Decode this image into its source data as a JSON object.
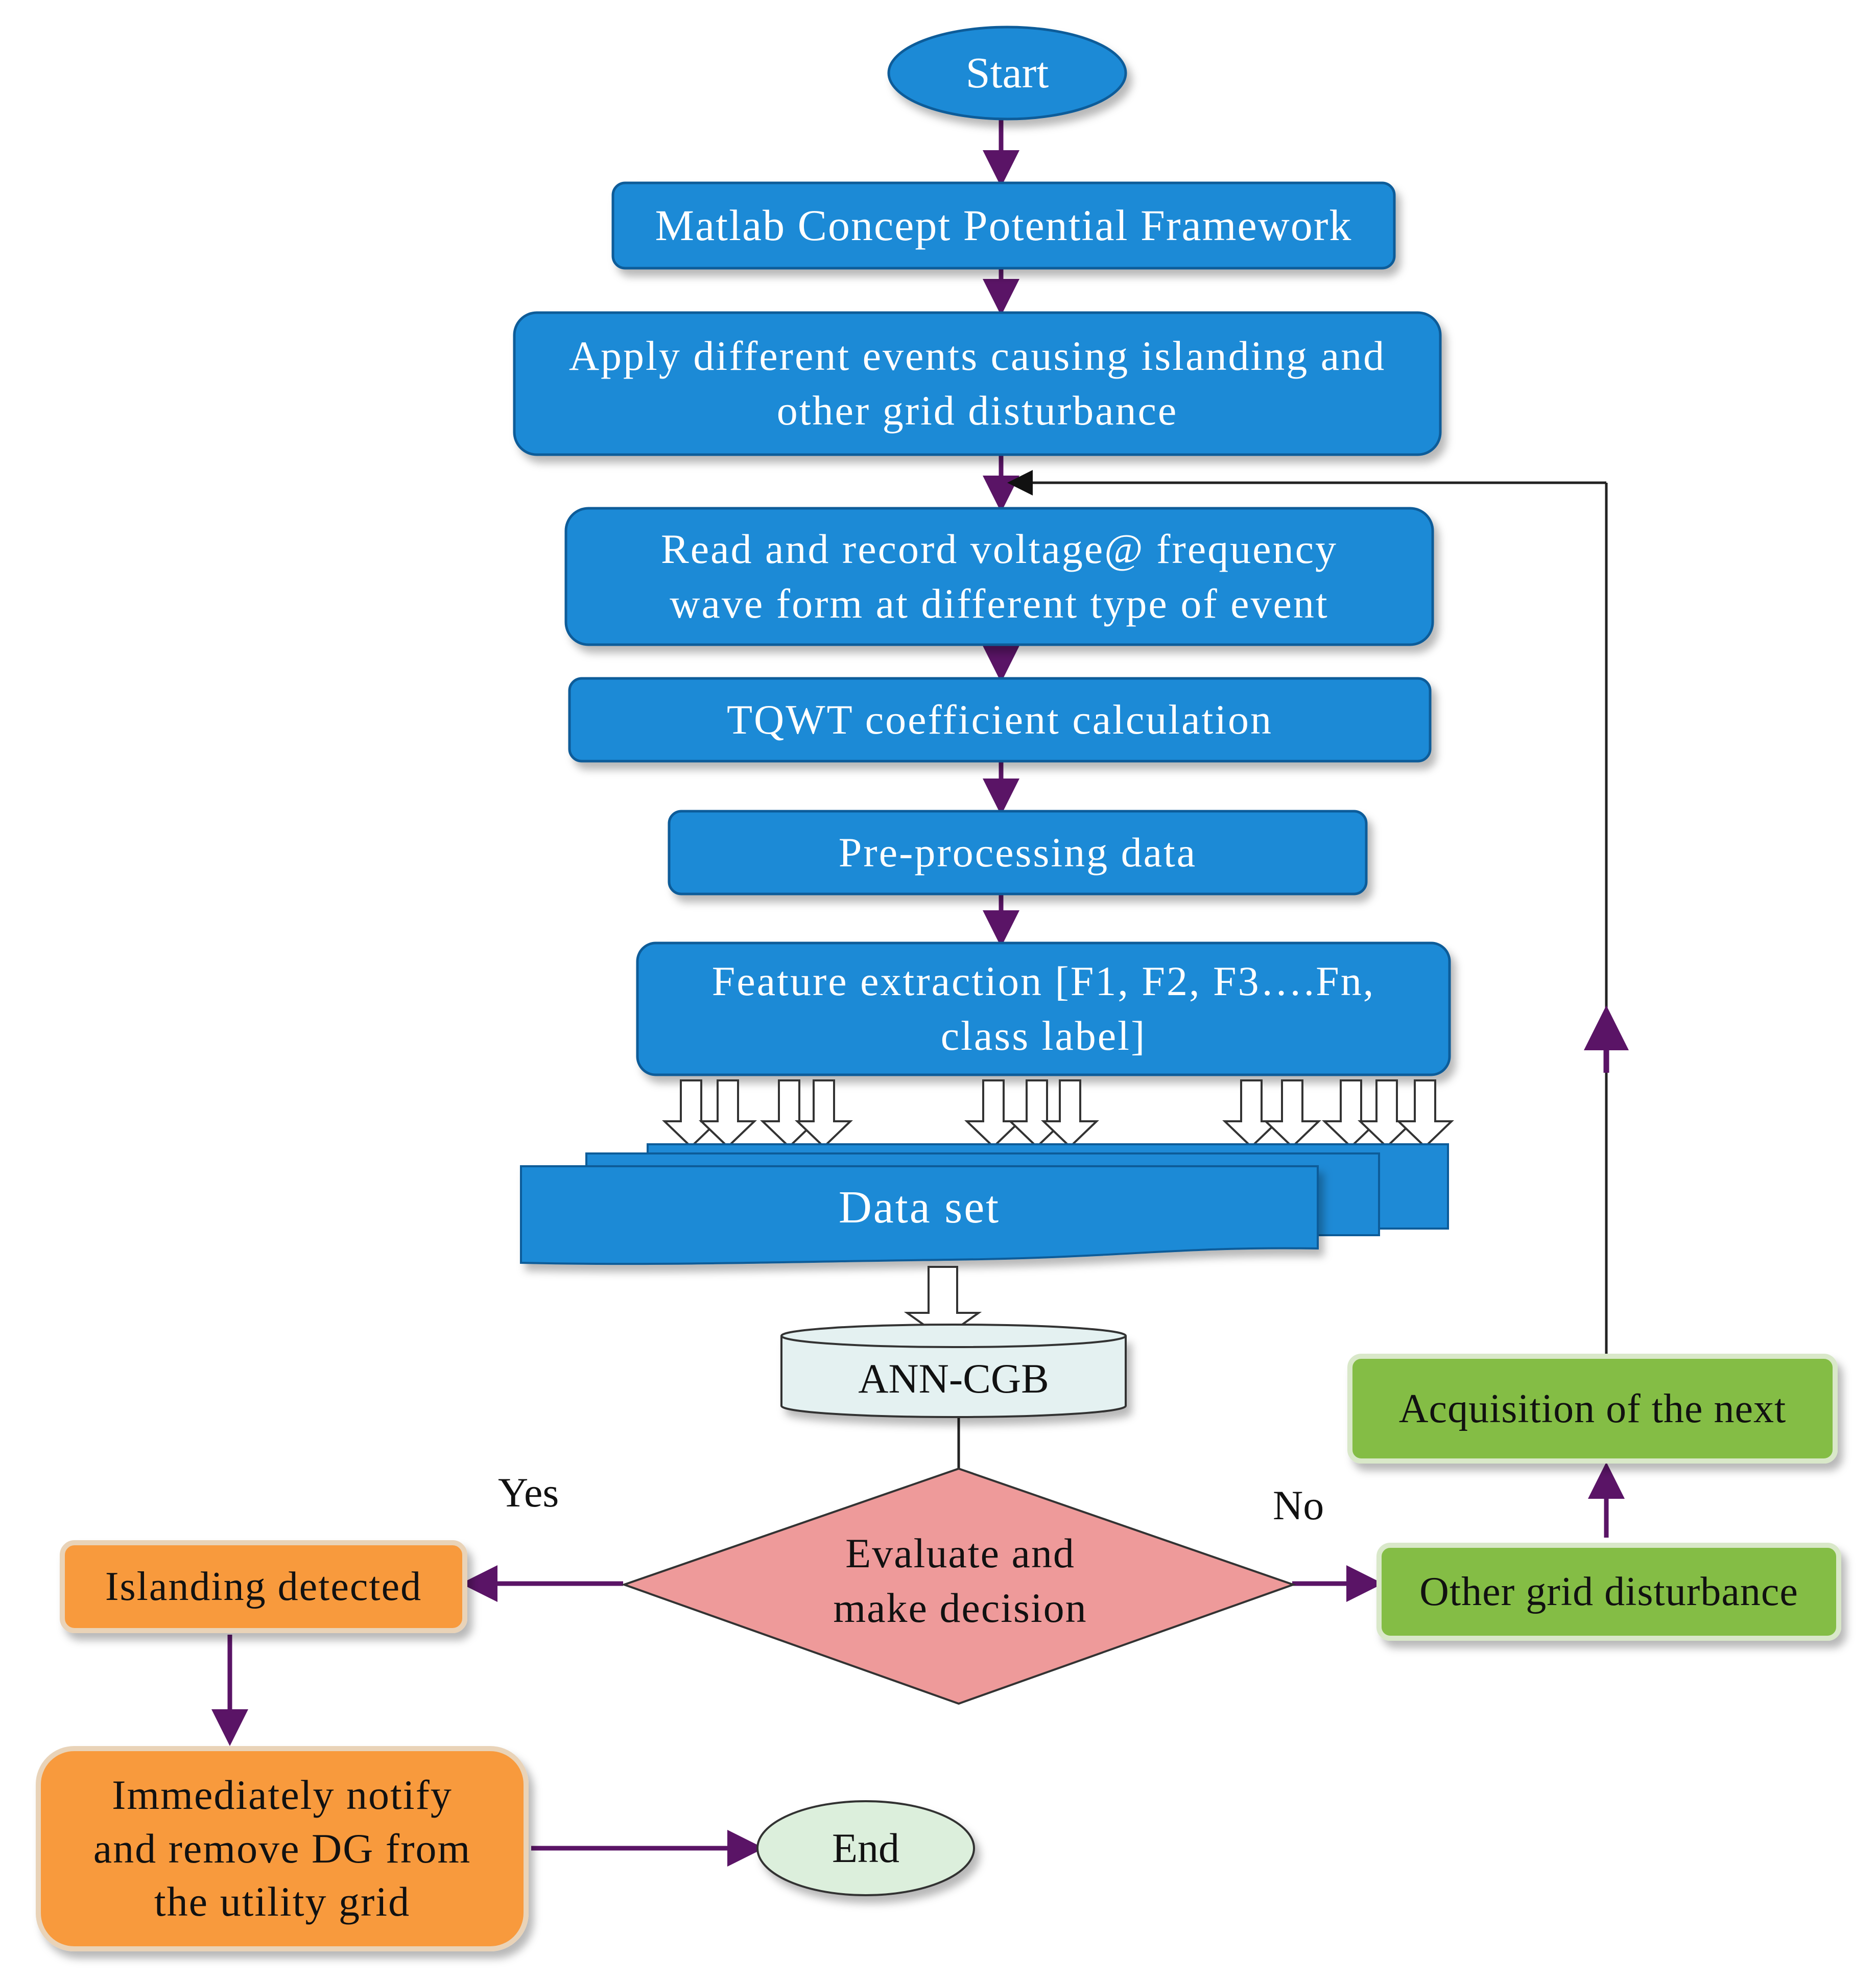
{
  "flowchart": {
    "start": "Start",
    "matlab": "Matlab Concept Potential Framework",
    "apply": "Apply different events causing islanding and\nother grid disturbance",
    "read": "Read and record voltage@ frequency\nwave form at different type of event",
    "tqwt": "TQWT coefficient calculation",
    "preprocess": "Pre-processing data",
    "features": "Feature extraction [F1, F2, F3….Fn,\nclass label]",
    "dataset": "Data set",
    "ann": "ANN-CGB",
    "decision": "Evaluate and\nmake decision",
    "yes": "Yes",
    "no": "No",
    "islanding": "Islanding detected",
    "notify": "Immediately notify\nand remove DG from\nthe utility grid",
    "end": "End",
    "other": "Other grid disturbance",
    "acquisition": "Acquisition of the next"
  },
  "colors": {
    "process_blue": "#1e8ad6",
    "process_border": "#0d5c99",
    "decision_pink": "#ee9a9a",
    "orange": "#f89a3e",
    "green": "#84bd45",
    "terminal_end": "#dcefdc",
    "database": "#e4f1f1",
    "connector": "#5a1466"
  }
}
